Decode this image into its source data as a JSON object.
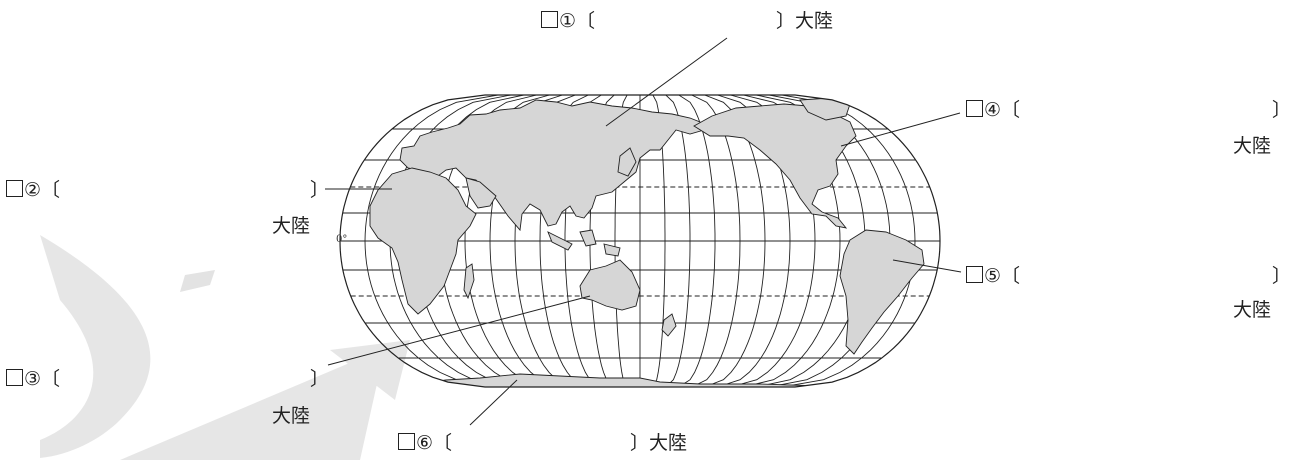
{
  "labels": {
    "l1": {
      "num": "①",
      "open": "〔",
      "close": "〕",
      "suffix": "大陸"
    },
    "l2": {
      "num": "②",
      "open": "〔",
      "close": "〕",
      "suffix": "大陸"
    },
    "l3": {
      "num": "③",
      "open": "〔",
      "close": "〕",
      "suffix": "大陸"
    },
    "l4": {
      "num": "④",
      "open": "〔",
      "close": "〕",
      "suffix": "大陸"
    },
    "l5": {
      "num": "⑤",
      "open": "〔",
      "close": "〕",
      "suffix": "大陸"
    },
    "l6": {
      "num": "⑥",
      "open": "〔",
      "close": "〕",
      "suffix": "大陸"
    }
  },
  "map": {
    "equator_label": "0°"
  },
  "colors": {
    "land": "#d6d6d6",
    "ink": "#222222",
    "watermark": "#d9d9d9"
  }
}
